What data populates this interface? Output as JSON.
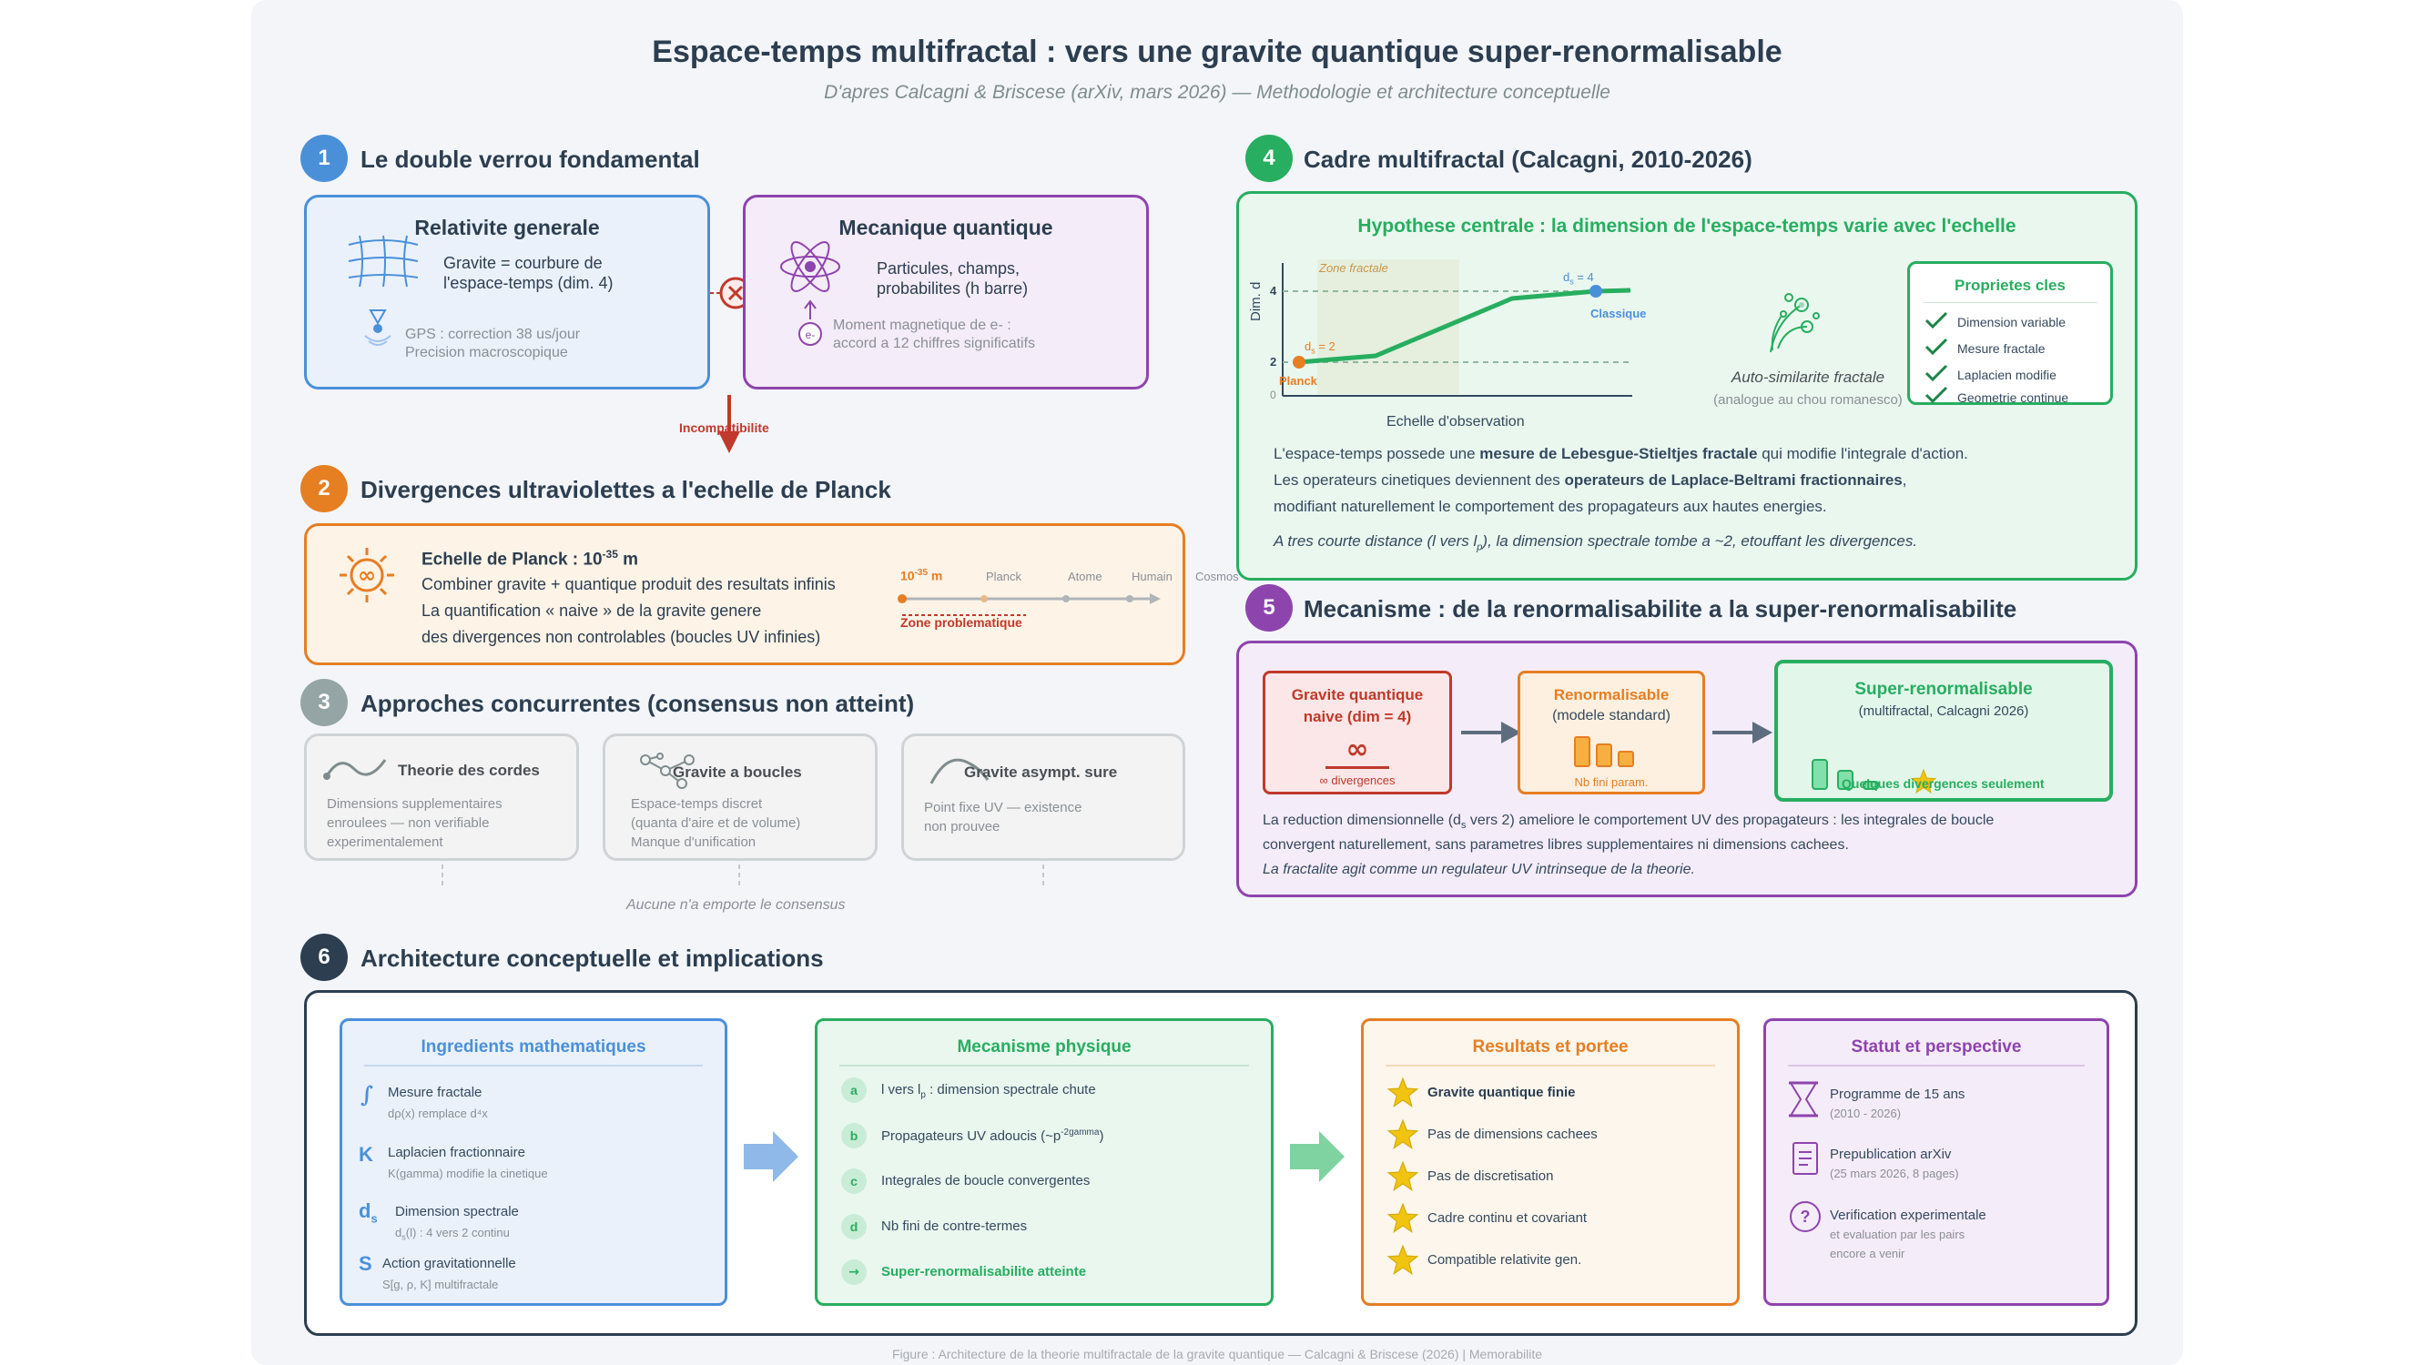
{
  "header": {
    "title": "Espace-temps multifractal : vers une gravite quantique super-renormalisable",
    "subtitle": "D'apres Calcagni & Briscese (arXiv, mars 2026) — Methodologie et architecture conceptuelle"
  },
  "sec1": {
    "num": "1",
    "title": "Le double verrou fondamental",
    "gr": {
      "title": "Relativite generale",
      "line1": "Gravite = courbure de",
      "line2": "l'espace-temps (dim. 4)",
      "note1": "GPS : correction 38 us/jour",
      "note2": "Precision macroscopique"
    },
    "qm": {
      "title": "Mecanique quantique",
      "line1": "Particules, champs,",
      "line2": "probabilites (h barre)",
      "note1": "Moment magnetique de e- :",
      "note2": "accord a 12 chiffres significatifs",
      "electron": "e-"
    },
    "incompat": "Incompatibilite"
  },
  "sec2": {
    "num": "2",
    "title": "Divergences ultraviolettes a l'echelle de Planck",
    "heading": "Echelle de Planck : 10",
    "heading_exp": "-35",
    "heading_unit": " m",
    "line1": "Combiner gravite + quantique produit des resultats infinis",
    "line2": "La quantification « naive » de la gravite genere",
    "line3": "des divergences non controlables (boucles UV infinies)",
    "scale_label": "10",
    "scale_exp": "-35",
    "scale_unit": " m",
    "scale_points": [
      "Planck",
      "Atome",
      "Humain",
      "Cosmos"
    ],
    "zone": "Zone problematique"
  },
  "sec3": {
    "num": "3",
    "title": "Approches concurrentes (consensus non atteint)",
    "cards": [
      {
        "title": "Theorie des cordes",
        "l1": "Dimensions supplementaires",
        "l2": "enroulees — non verifiable",
        "l3": "experimentalement"
      },
      {
        "title": "Gravite a boucles",
        "l1": "Espace-temps discret",
        "l2": "(quanta d'aire et de volume)",
        "l3": "Manque d'unification"
      },
      {
        "title": "Gravite asympt. sure",
        "l1": "Point fixe UV — existence",
        "l2": "non prouvee",
        "l3": ""
      }
    ],
    "footer": "Aucune n'a emporte le consensus"
  },
  "sec4": {
    "num": "4",
    "title": "Cadre multifractal (Calcagni, 2010-2026)",
    "hypothesis": "Hypothese centrale : la dimension de l'espace-temps varie avec l'echelle",
    "graph": {
      "zone": "Zone fractale",
      "ylabel": "Dim. d",
      "xlabel": "Echelle d'observation",
      "ytick_4": "4",
      "ytick_2": "2",
      "ytick_0": "0",
      "ds4": "d",
      "ds4_sub": "s",
      "ds4_val": " = 4",
      "ds2": "d",
      "ds2_sub": "s",
      "ds2_val": " = 2",
      "planck": "Planck",
      "classique": "Classique"
    },
    "fractal_caption": "Auto-similarite fractale",
    "fractal_sub": "(analogue au chou romanesco)",
    "props_title": "Proprietes cles",
    "props": [
      "Dimension variable",
      "Mesure fractale",
      "Laplacien modifie",
      "Geometrie continue"
    ],
    "p1a": "L'espace-temps possede une ",
    "p1b": "mesure de Lebesgue-Stieltjes fractale",
    "p1c": " qui modifie l'integrale d'action.",
    "p2a": "Les operateurs cinetiques deviennent des ",
    "p2b": "operateurs de Laplace-Beltrami fractionnaires",
    "p2c": ",",
    "p3": "modifiant naturellement le comportement des propagateurs aux hautes energies.",
    "p4a": "A tres courte distance (l vers l",
    "p4sub": "p",
    "p4b": "), la dimension spectrale tombe a ~2, etouffant les divergences."
  },
  "sec5": {
    "num": "5",
    "title": "Mecanisme : de la renormalisabilite a la super-renormalisabilite",
    "naive_t1": "Gravite quantique",
    "naive_t2": "naive (dim = 4)",
    "naive_sym": "∞",
    "naive_note": "∞ divergences",
    "renorm_t1": "Renormalisable",
    "renorm_t2": "(modele standard)",
    "renorm_note": "Nb fini param.",
    "super_t1": "Super-renormalisable",
    "super_t2": "(multifractal, Calcagni 2026)",
    "super_note": "Quelques divergences seulement",
    "l1a": "La reduction dimensionnelle (d",
    "l1sub": "s",
    "l1b": " vers 2) ameliore le comportement UV des propagateurs : les integrales de boucle",
    "l2": "convergent naturellement, sans parametres libres supplementaires ni dimensions cachees.",
    "l3": "La fractalite agit comme un regulateur UV intrinseque de la theorie."
  },
  "sec6": {
    "num": "6",
    "title": "Architecture conceptuelle et implications",
    "ing": {
      "title": "Ingredients mathematiques",
      "items": [
        {
          "sym": "∫",
          "t": "Mesure fractale",
          "s": "dρ(x) remplace d⁴x"
        },
        {
          "sym": "K",
          "t": "Laplacien fractionnaire",
          "s": "K(gamma) modifie la cinetique"
        },
        {
          "sym": "d",
          "symsub": "s",
          "t": "Dimension spectrale",
          "s": "d",
          "ssub": "s",
          "s2": "(l) : 4 vers 2 continu"
        },
        {
          "sym": "S",
          "t": "Action gravitationnelle",
          "s": "S[g, ρ, K] multifractale"
        }
      ]
    },
    "mech": {
      "title": "Mecanisme physique",
      "items": [
        {
          "b": "a",
          "t": "l vers l",
          "tsub": "p",
          "t2": " : dimension spectrale chute"
        },
        {
          "b": "b",
          "t": "Propagateurs UV adoucis (~p",
          "tsup": "-2gamma",
          "t2": ")"
        },
        {
          "b": "c",
          "t": "Integrales de boucle convergentes"
        },
        {
          "b": "d",
          "t": "Nb fini de contre-termes"
        },
        {
          "b": "→",
          "t": "Super-renormalisabilite atteinte"
        }
      ]
    },
    "res": {
      "title": "Resultats et portee",
      "items": [
        "Gravite quantique finie",
        "Pas de dimensions cachees",
        "Pas de discretisation",
        "Cadre continu et covariant",
        "Compatible relativite gen."
      ]
    },
    "stat": {
      "title": "Statut et perspective",
      "items": [
        {
          "t": "Programme de 15 ans",
          "s": "(2010 - 2026)"
        },
        {
          "t": "Prepublication arXiv",
          "s": "(25 mars 2026, 8 pages)"
        },
        {
          "t": "Verification experimentale",
          "s": "et evaluation par les pairs",
          "s2": "encore a venir",
          "icon": "?"
        }
      ]
    }
  },
  "footer": "Figure : Architecture de la theorie multifractale de la gravite quantique — Calcagni & Briscese (2026) | Memorabilite",
  "colors": {
    "blue": "#4a90d9",
    "orange": "#e67e22",
    "gray": "#95a5a6",
    "green": "#27ae60",
    "purple": "#8e44ad",
    "dark": "#2c3e50",
    "red": "#c0392b"
  }
}
